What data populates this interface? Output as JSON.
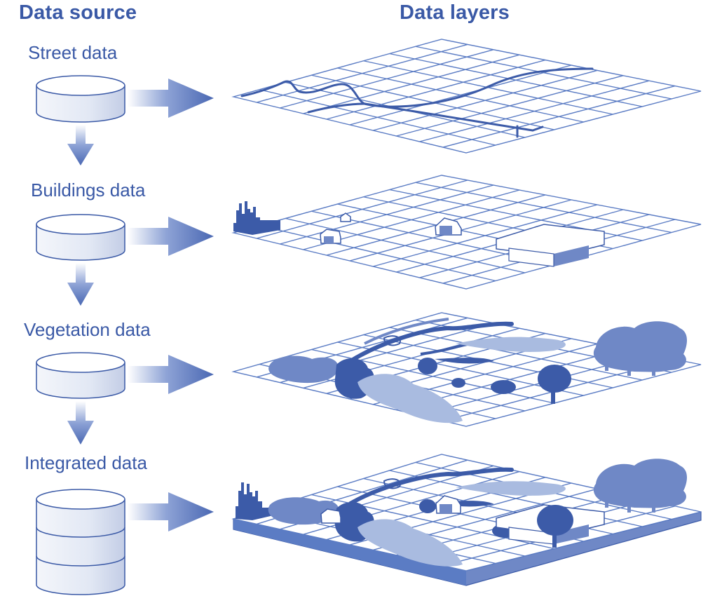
{
  "headers": {
    "source": "Data source",
    "layers": "Data layers"
  },
  "sources": [
    {
      "label": "Street data"
    },
    {
      "label": "Buildings data"
    },
    {
      "label": "Vegetation data"
    },
    {
      "label": "Integrated data"
    }
  ],
  "colors": {
    "text": "#3a59a6",
    "grid": "#5b7cc4",
    "dark": "#3c5ba8",
    "mid": "#6f88c6",
    "light": "#a9bbe0",
    "cylinder_side": "#e3e9f5"
  }
}
